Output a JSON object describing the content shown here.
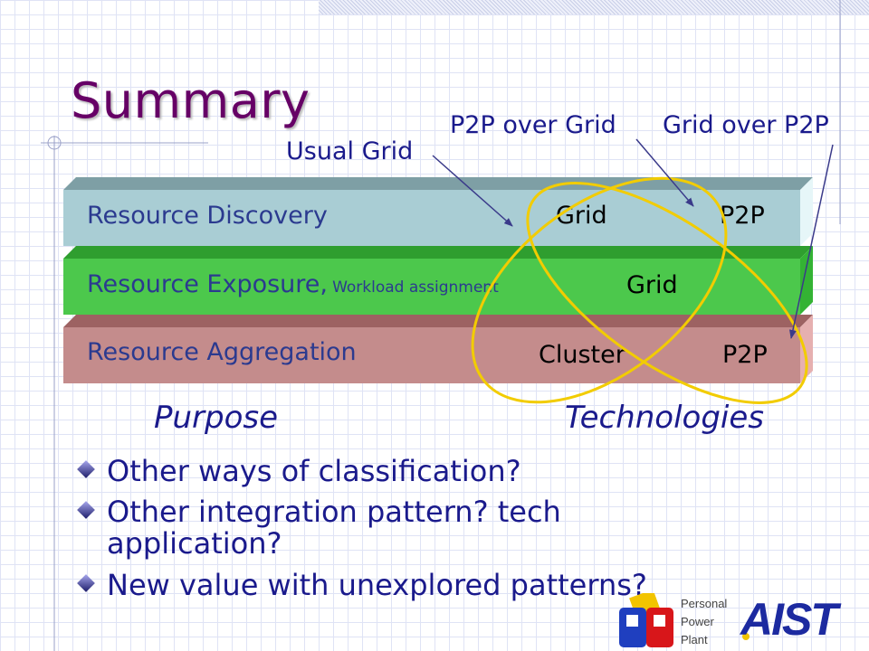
{
  "title": "Summary",
  "top_labels": {
    "usual_grid": "Usual Grid",
    "p2p_over_grid": "P2P over Grid",
    "grid_over_p2p": "Grid over P2P"
  },
  "layers": [
    {
      "label": "Resource Discovery",
      "sublabel": "",
      "color": "#a9cdd4"
    },
    {
      "label": "Resource Exposure,",
      "sublabel": "Workload assignment",
      "color": "#4cc84c"
    },
    {
      "label": "Resource Aggregation",
      "sublabel": "",
      "color": "#c48c8c"
    }
  ],
  "technologies": {
    "discovery_grid": "Grid",
    "discovery_p2p": "P2P",
    "exposure_grid": "Grid",
    "aggregation_cluster": "Cluster",
    "aggregation_p2p": "P2P"
  },
  "axis_labels": {
    "purpose": "Purpose",
    "technologies": "Technologies"
  },
  "bullets": [
    "Other ways of classification?",
    "Other integration pattern?  tech application?",
    "New value with unexplored patterns?"
  ],
  "logo": {
    "line1": "Personal",
    "line2": "Power",
    "line3": "Plant",
    "aist": "AIST"
  },
  "colors": {
    "title": "#660066",
    "ellipse": "#f2cc00",
    "arrow": "#3a3a8a"
  }
}
